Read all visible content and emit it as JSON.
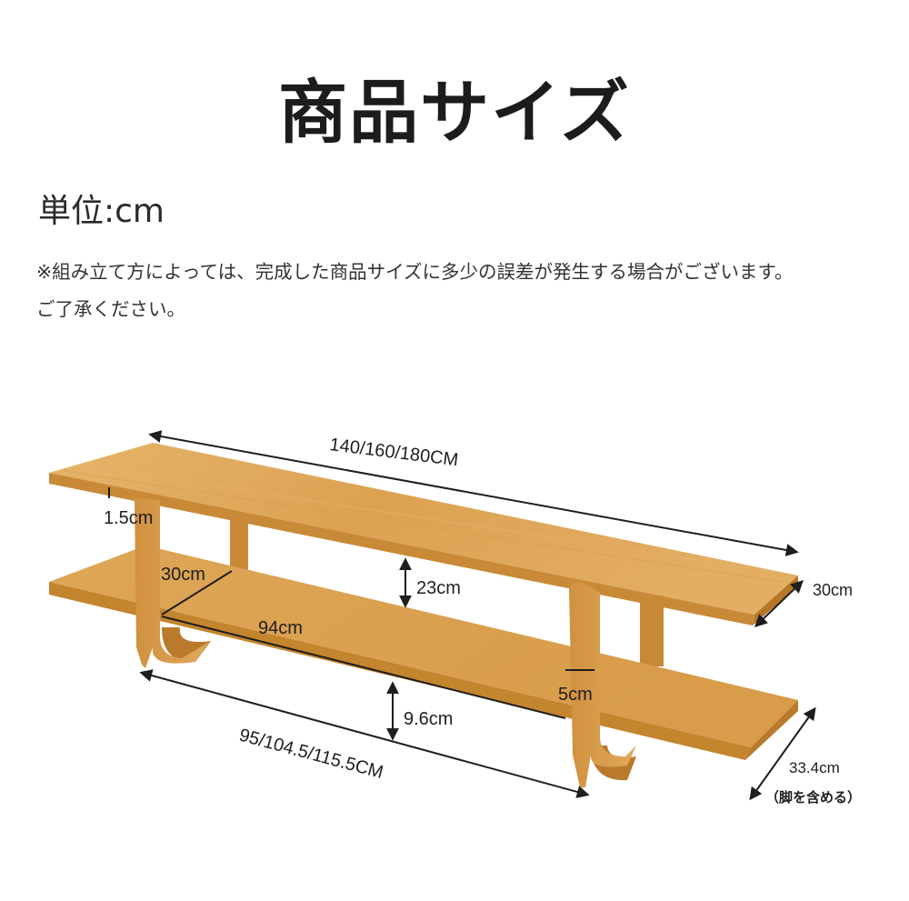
{
  "title": "商品サイズ",
  "unit_label": "単位:cm",
  "note_line1": "※組み立て方によっては、完成した商品サイズに多少の誤差が発生する場合がございます。",
  "note_line2": "ご了承ください。",
  "dimensions": {
    "length": "140/160/180CM",
    "top_thickness": "1.5cm",
    "inner_depth": "30cm",
    "shelf_gap": "23cm",
    "inner_width": "94cm",
    "depth": "30cm",
    "leg_width": "5cm",
    "bottom_clearance": "9.6cm",
    "bottom_length": "95/104.5/115.5CM",
    "total_depth": "33.4cm",
    "total_depth_note": "（脚を含める）"
  },
  "colors": {
    "wood_top": "#e0a85c",
    "wood_front": "#cf8f3d",
    "wood_shadow": "#b97a2c",
    "dimension_line": "#1e1e1e"
  }
}
